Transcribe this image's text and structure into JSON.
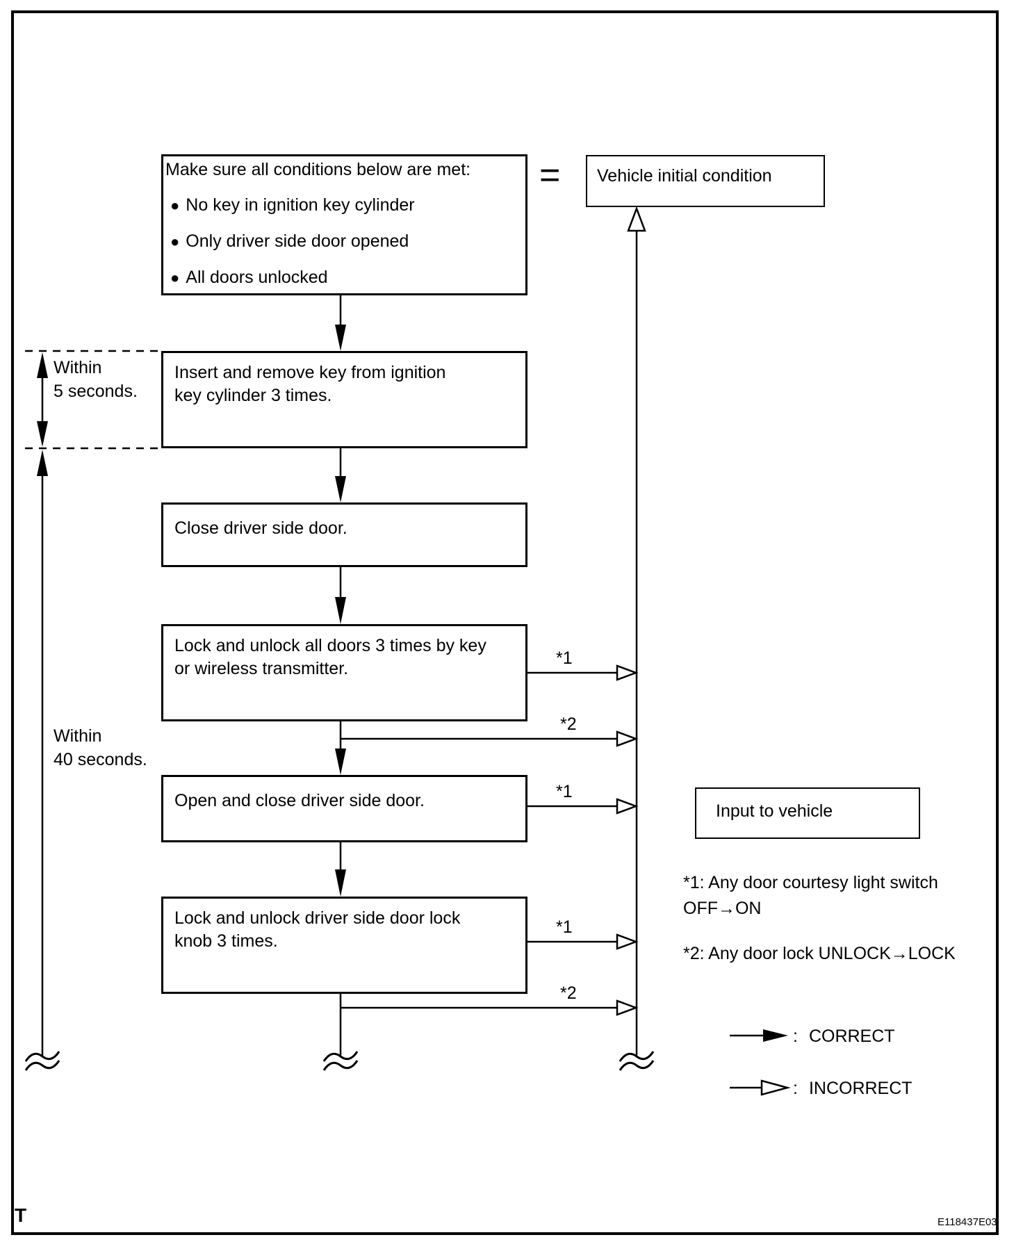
{
  "page": {
    "corner_label": "T",
    "figure_code": "E118437E03"
  },
  "flowchart": {
    "bullet_glyph": "●",
    "equals_sign": "=",
    "condition_box": {
      "title": "Make sure all conditions below are met:",
      "bullets": [
        "No key in ignition key cylinder",
        "Only driver side door opened",
        "All doors unlocked"
      ]
    },
    "vehicle_initial_condition_label": "Vehicle initial condition",
    "input_to_vehicle_label": "Input to vehicle",
    "steps": [
      {
        "lines": [
          "Insert and remove key from ignition",
          "key cylinder 3 times."
        ]
      },
      {
        "lines": [
          "Close driver side door."
        ]
      },
      {
        "lines": [
          "Lock and unlock all doors 3 times by key",
          "or wireless transmitter."
        ]
      },
      {
        "lines": [
          "Open and close driver side door."
        ]
      },
      {
        "lines": [
          "Lock and unlock driver side door lock",
          "knob 3 times."
        ]
      }
    ],
    "timers": {
      "five_seconds": {
        "line1": "Within",
        "line2": "5 seconds."
      },
      "forty_seconds": {
        "line1": "Within",
        "line2": "40 seconds."
      }
    },
    "callout_labels": {
      "step3_courtesy": "*1",
      "step3_lock": "*2",
      "step4_courtesy": "*1",
      "step5_courtesy": "*1",
      "step5_lock": "*2"
    }
  },
  "notes": {
    "note1_line1": "*1: Any door courtesy light switch",
    "note1_line2": "OFF→ON",
    "note2": "*2: Any door lock UNLOCK→LOCK"
  },
  "legend": {
    "colon": ":",
    "correct_label": "CORRECT",
    "incorrect_label": "INCORRECT"
  },
  "colors": {
    "line": "#000000",
    "background": "#ffffff"
  }
}
